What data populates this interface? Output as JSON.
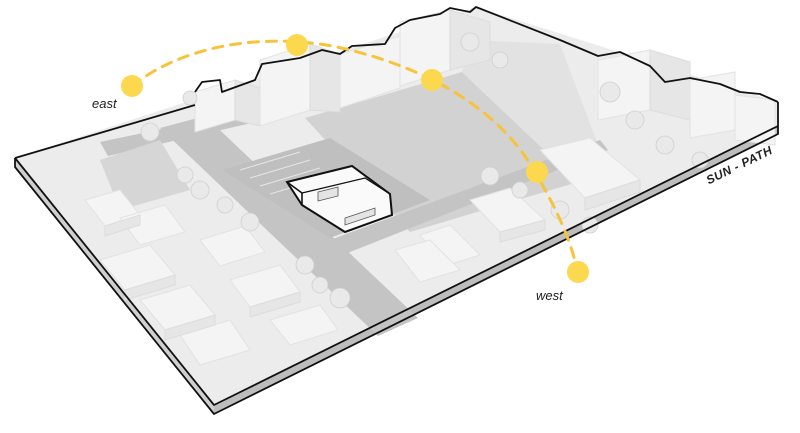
{
  "diagram": {
    "title": "SUN - PATH",
    "labels": {
      "east": "east",
      "west": "west"
    },
    "colors": {
      "sun": "#fcd84f",
      "sun_path": "#f6c33a",
      "outline": "#111111",
      "road": "#c4c4c4",
      "ground": "#e9e9e9",
      "building": "#f4f4f4"
    },
    "sun_positions": [
      "sunrise",
      "morning",
      "noon",
      "afternoon",
      "sunset"
    ]
  }
}
